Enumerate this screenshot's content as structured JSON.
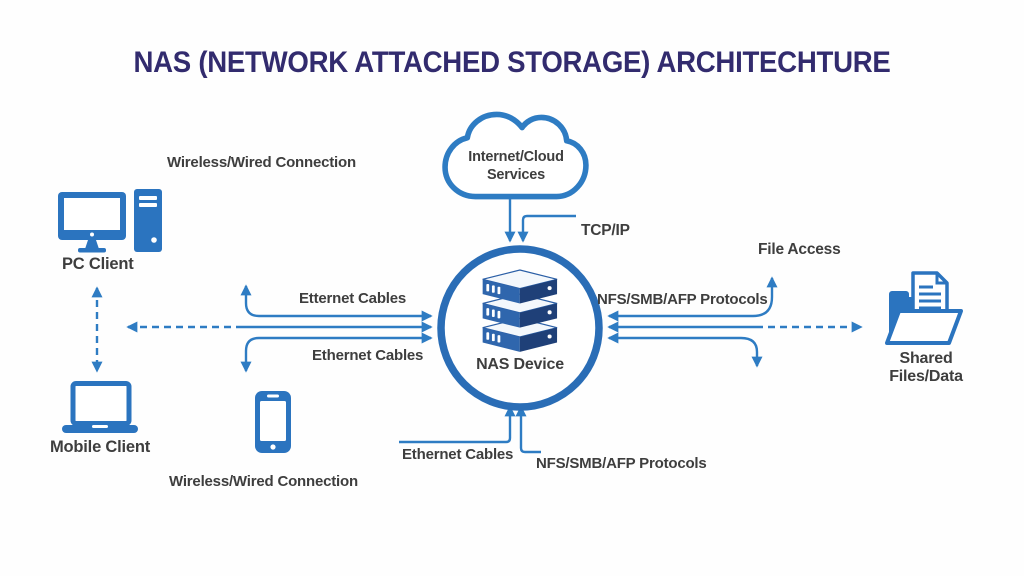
{
  "title": "NAS (NETWORK ATTACHED STORAGE) ARCHITECHTURE",
  "colors": {
    "title_navy": "#322b6e",
    "line_blue": "#2e7cc3",
    "icon_blue": "#2b74bf",
    "ring_blue": "#2a6db6",
    "server_front_blue": "#2f66ad",
    "server_side_navy": "#1f4078",
    "label_gray": "#3e3e3e"
  },
  "nodes": {
    "cloud": {
      "label_line1": "Internet/Cloud",
      "label_line2": "Services"
    },
    "nas": {
      "label": "NAS Device"
    },
    "pc": {
      "label": "PC Client"
    },
    "mobile": {
      "label": "Mobile Client"
    },
    "shared": {
      "label_line1": "Shared",
      "label_line2": "Files/Data"
    }
  },
  "labels": {
    "tcpip": "TCP/IP",
    "wireless_top": "Wireless/Wired Connection",
    "wireless_bottom": "Wireless/Wired Connection",
    "ethernet_left_top": "Etternet Cables",
    "ethernet_left_bottom": "Ethernet Cables",
    "ethernet_bottom": "Ethernet Cables",
    "nfs_right": "NFS/SMB/AFP Protocols",
    "nfs_bottom": "NFS/SMB/AFP Protocols",
    "file_access": "File Access"
  }
}
